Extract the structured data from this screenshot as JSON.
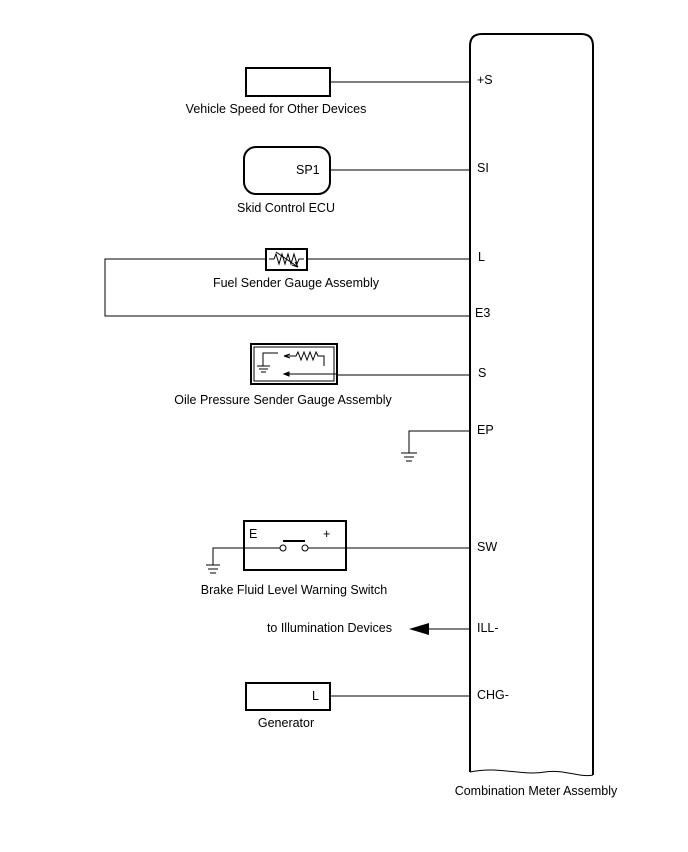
{
  "meter": {
    "name": "Combination Meter Assembly",
    "pins": {
      "s_plus": "+S",
      "si": "SI",
      "l": "L",
      "e3": "E3",
      "s": "S",
      "ep": "EP",
      "sw": "SW",
      "ill": "ILL-",
      "chg": "CHG-"
    }
  },
  "components": {
    "vehicle_speed": {
      "label": "Vehicle Speed for Other Devices"
    },
    "skid_ecu": {
      "label": "Skid Control ECU",
      "pin": "SP1"
    },
    "fuel_sender": {
      "label": "Fuel Sender Gauge Assembly"
    },
    "oil_sender": {
      "label": "Oile Pressure Sender Gauge Assembly"
    },
    "brake_switch": {
      "label": "Brake Fluid Level Warning Switch",
      "pin_e": "E",
      "pin_plus": "+"
    },
    "illumination": {
      "label": "to Illumination Devices"
    },
    "generator": {
      "label": "Generator",
      "pin": "L"
    }
  }
}
